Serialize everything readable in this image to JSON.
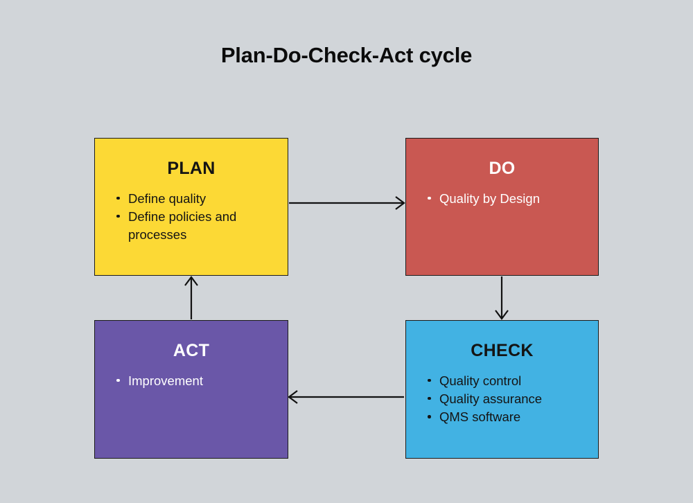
{
  "page": {
    "title": "Plan-Do-Check-Act cycle",
    "background_color": "#d1d5d9",
    "title_color": "#0b0b0b"
  },
  "boxes": [
    {
      "id": "plan",
      "title": "PLAN",
      "fill_color": "#fcd935",
      "text_color": "#141414",
      "border_color": "#1a1a1a",
      "items": [
        "Define quality",
        "Define policies and processes"
      ]
    },
    {
      "id": "do",
      "title": "DO",
      "fill_color": "#c95852",
      "text_color": "#ffffff",
      "border_color": "#1a1a1a",
      "items": [
        "Quality by Design"
      ]
    },
    {
      "id": "check",
      "title": "CHECK",
      "fill_color": "#42b2e3",
      "text_color": "#141414",
      "border_color": "#1a1a1a",
      "items": [
        "Quality control",
        "Quality assurance",
        "QMS software"
      ]
    },
    {
      "id": "act",
      "title": "ACT",
      "fill_color": "#6a57a8",
      "text_color": "#ffffff",
      "border_color": "#1a1a1a",
      "items": [
        "Improvement"
      ]
    }
  ],
  "arrows": [
    {
      "id": "plan-to-do",
      "from": "plan",
      "to": "do",
      "direction": "right",
      "color": "#111111"
    },
    {
      "id": "do-to-check",
      "from": "do",
      "to": "check",
      "direction": "down",
      "color": "#111111"
    },
    {
      "id": "check-to-act",
      "from": "check",
      "to": "act",
      "direction": "left",
      "color": "#111111"
    },
    {
      "id": "act-to-plan",
      "from": "act",
      "to": "plan",
      "direction": "up",
      "color": "#111111"
    }
  ]
}
